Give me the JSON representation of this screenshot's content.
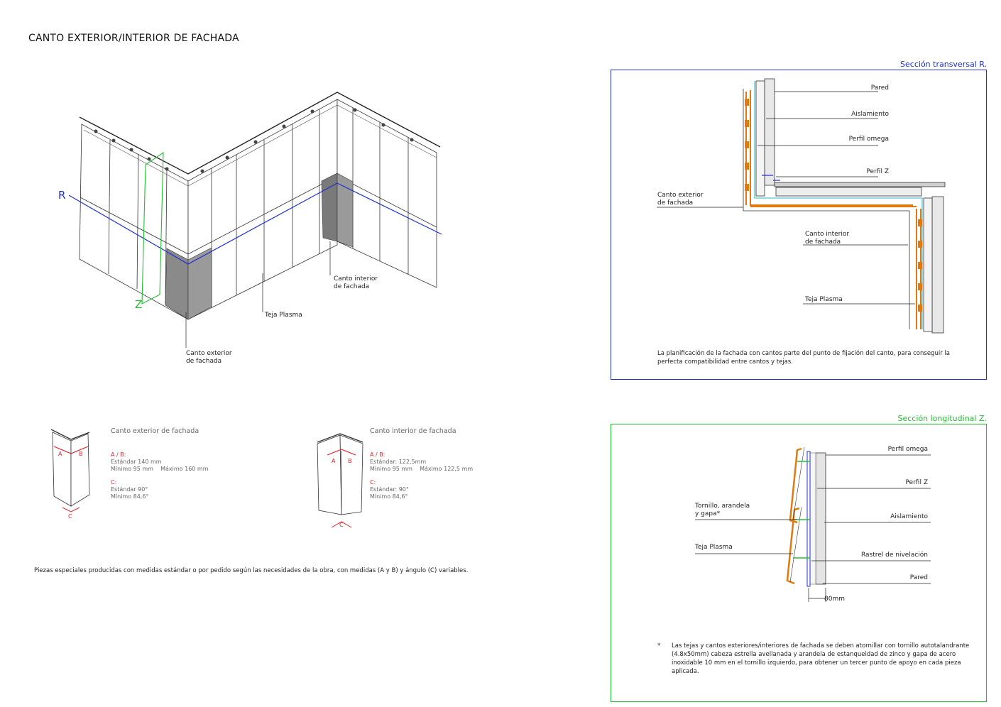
{
  "page_title": "CANTO EXTERIOR/INTERIOR DE FACHADA",
  "iso_view": {
    "axis_r": "R",
    "axis_z": "Z",
    "label_interior": "Canto interior\nde fachada",
    "label_tile": "Teja Plasma",
    "label_exterior": "Canto exterior\nde fachada"
  },
  "cross_section": {
    "title": "Sección transversal R.",
    "color": "#1f2fd1",
    "labels": {
      "wall": "Pared",
      "insulation": "Aislamiento",
      "omega": "Perfil omega",
      "z_profile": "Perfil Z",
      "exterior_corner": "Canto exterior\nde fachada",
      "interior_corner": "Canto interior\nde fachada",
      "tile": "Teja Plasma"
    },
    "note": "La planificación de la fachada con cantos parte del punto de fijación del canto, para conseguir la\nperfecta compatibilidad entre cantos y tejas."
  },
  "long_section": {
    "title": "Sección longitudinal Z.",
    "color": "#20c030",
    "labels": {
      "omega": "Perfil omega",
      "z_profile": "Perfil Z",
      "screw": "Tornillo, arandela\ny gapa*",
      "insulation": "Aislamiento",
      "tile": "Teja Plasma",
      "batten": "Rastrel de nivelación",
      "wall": "Pared",
      "dimension": "80mm"
    },
    "footnote_mark": "*",
    "footnote": "Las tejas y cantos exteriores/interiores de fachada se deben atornillar con tornillo autotalandrante\n(4.8x50mm) cabeza estrella avellanada y arandela de estanqueidad de zinco y gapa de acero\ninoxidable 10 mm en el tornillo izquierdo, para obtener un tercer punto de apoyo en cada pieza\naplicada."
  },
  "pieces": [
    {
      "title": "Canto exterior de fachada",
      "ab_label": "A / B:",
      "ab_std": "Estándar 140 mm",
      "ab_range": "Mínimo 95 mm    Máximo 160 mm",
      "c_label": "C:",
      "c_std": "Estándar 90°",
      "c_min": "Mínimo 84,6°",
      "mark_a": "A",
      "mark_b": "B",
      "mark_c": "C"
    },
    {
      "title": "Canto interior de fachada",
      "ab_label": "A / B:",
      "ab_std": "Estándar: 122,5mm",
      "ab_range": "Mínimo 95 mm    Máximo 122,5 mm",
      "c_label": "C:",
      "c_std": "Estándar: 90°",
      "c_min": "Mínimo 84,6°",
      "mark_a": "A",
      "mark_b": "B",
      "mark_c": "C"
    }
  ],
  "bottom_note": "Piezas especiales producidas con medidas estándar o por pedido según las necesidades de la obra, con medidas (A y B) y ángulo (C) variables.",
  "colors": {
    "accent_red": "#e8212b",
    "profile_orange": "#e07a10",
    "blue": "#1f2fd1",
    "green": "#20c030"
  }
}
